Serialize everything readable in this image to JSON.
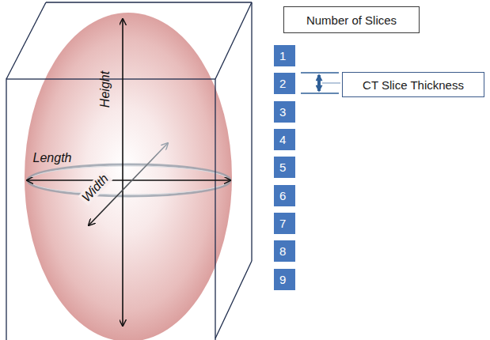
{
  "diagram": {
    "nodes": [
      {
        "text": [
          "Number of Slices"
        ]
      },
      {
        "text": [
          "1"
        ]
      },
      {
        "text": [
          "2"
        ]
      },
      {
        "text": [
          "CT Slice Thickness"
        ]
      },
      {
        "text": [
          "3"
        ]
      },
      {
        "text": [
          "4"
        ]
      },
      {
        "text": [
          "5"
        ]
      },
      {
        "text": [
          "6"
        ]
      },
      {
        "text": [
          "7"
        ]
      },
      {
        "text": [
          "8"
        ]
      },
      {
        "text": [
          "9"
        ]
      }
    ],
    "labels": [
      "Length",
      "Width",
      "Height"
    ]
  }
}
